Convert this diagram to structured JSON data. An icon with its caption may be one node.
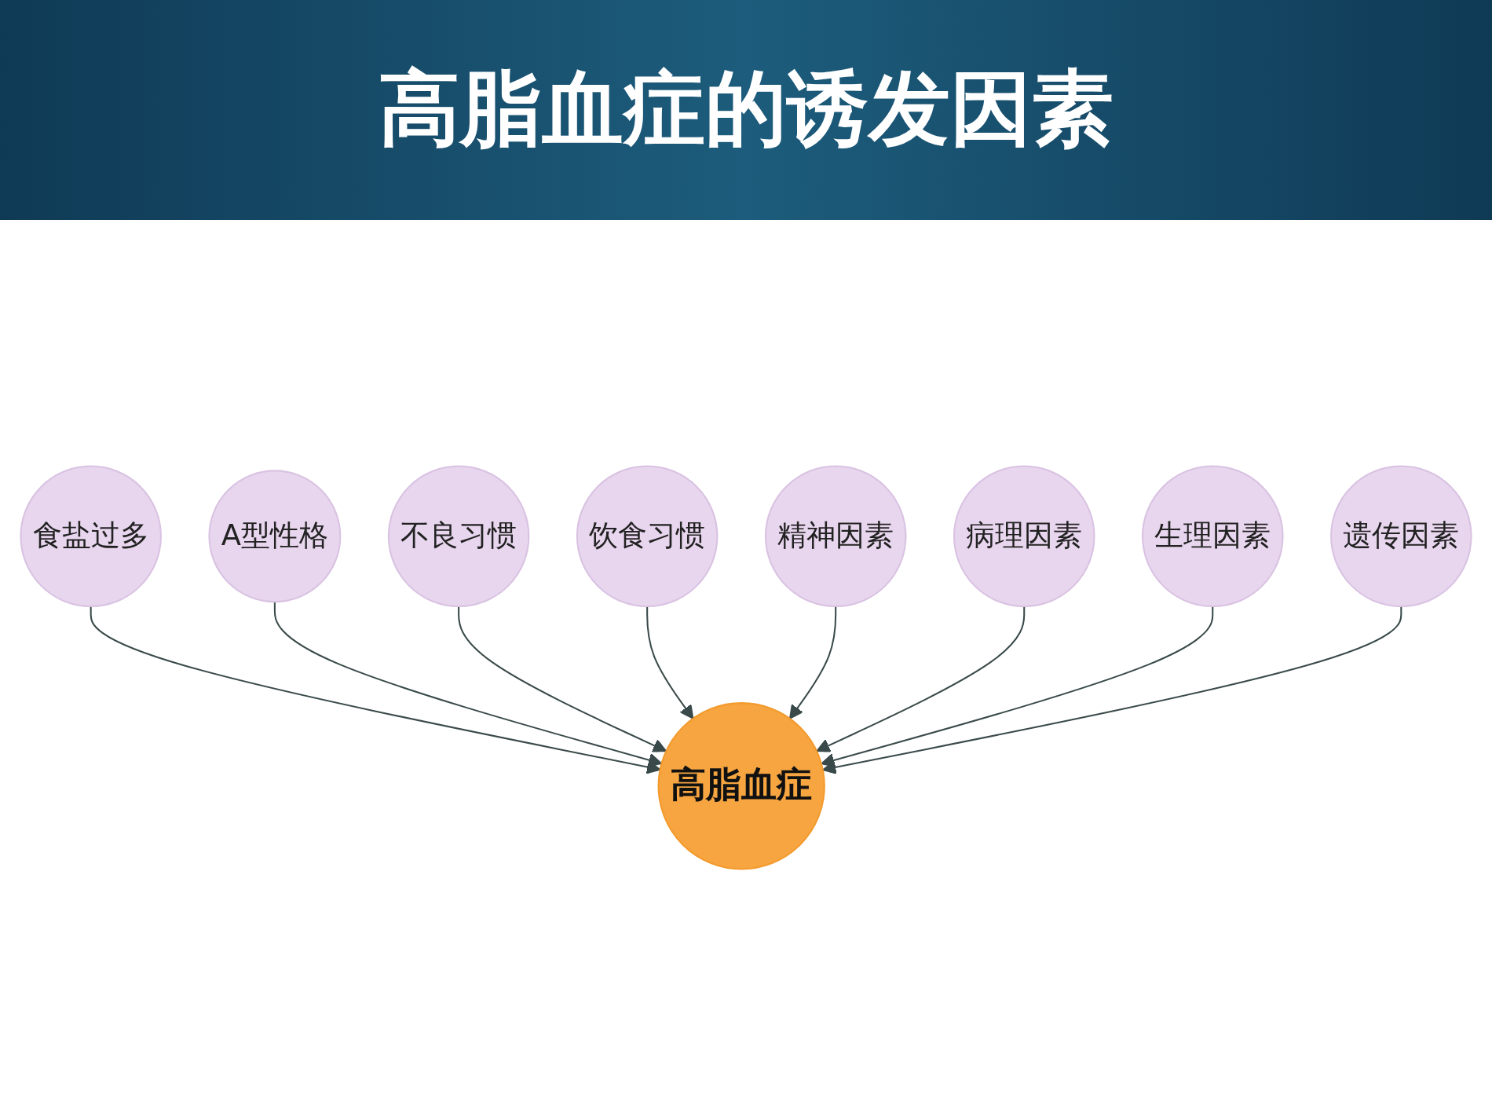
{
  "diagram": {
    "title": "高脂血症的诱发因素",
    "nodes": [
      {
        "text": [
          "高脂血症"
        ]
      },
      {
        "text": [
          "食盐过多"
        ]
      },
      {
        "text": [
          "A型性格"
        ]
      },
      {
        "text": [
          "不良习惯"
        ]
      },
      {
        "text": [
          "饮食习惯"
        ]
      },
      {
        "text": [
          "精神因素"
        ]
      },
      {
        "text": [
          "病理因素"
        ]
      },
      {
        "text": [
          "生理因素"
        ]
      },
      {
        "text": [
          "遗传因素"
        ]
      }
    ],
    "edges": [
      {
        "from": 1,
        "to": 0,
        "arrow": "to"
      },
      {
        "from": 2,
        "to": 0,
        "arrow": "to"
      },
      {
        "from": 3,
        "to": 0,
        "arrow": "to"
      },
      {
        "from": 4,
        "to": 0,
        "arrow": "to"
      },
      {
        "from": 5,
        "to": 0,
        "arrow": "to"
      },
      {
        "from": 6,
        "to": 0,
        "arrow": "to"
      },
      {
        "from": 7,
        "to": 0,
        "arrow": "to"
      },
      {
        "from": 8,
        "to": 0,
        "arrow": "to"
      }
    ]
  }
}
